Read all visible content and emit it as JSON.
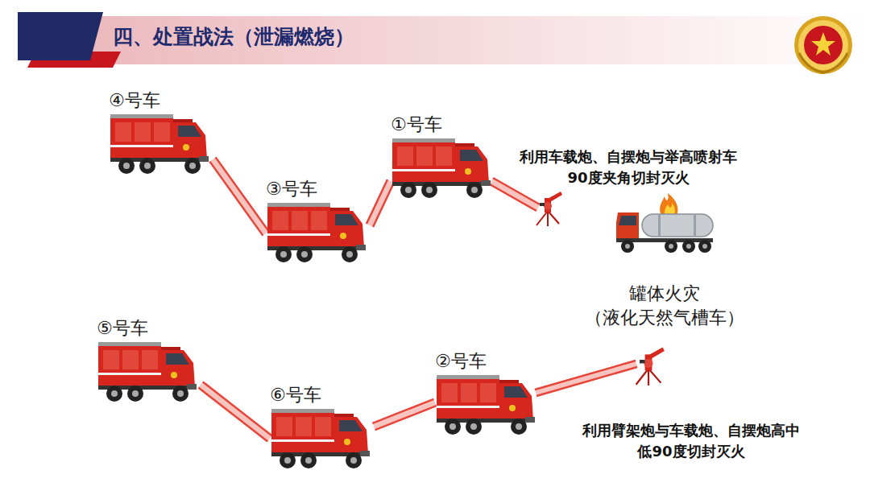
{
  "diagram": {
    "title": "四、处置战法（泄漏燃烧）",
    "nodes": [
      {
        "text": [
          "④号车"
        ]
      },
      {
        "text": [
          "①号车"
        ]
      },
      {
        "text": [
          "③号车"
        ]
      },
      {
        "text": [
          "罐体火灾（液化天然气槽车）"
        ]
      },
      {
        "text": [
          "⑤号车"
        ]
      },
      {
        "text": [
          "②号车"
        ]
      },
      {
        "text": [
          "⑥号车"
        ]
      }
    ],
    "edges": [
      {
        "from": 0,
        "to": 2,
        "arrow": "none"
      },
      {
        "from": 2,
        "to": 1,
        "arrow": "none"
      },
      {
        "from": 4,
        "to": 6,
        "arrow": "none"
      },
      {
        "from": 6,
        "to": 5,
        "arrow": "none"
      }
    ],
    "labels": [
      "利用车载炮、自摆炮与举高喷射车90度夹角切封灭火",
      "利用臂架炮与车载炮、自摆炮高中低90度切封灭火"
    ]
  }
}
